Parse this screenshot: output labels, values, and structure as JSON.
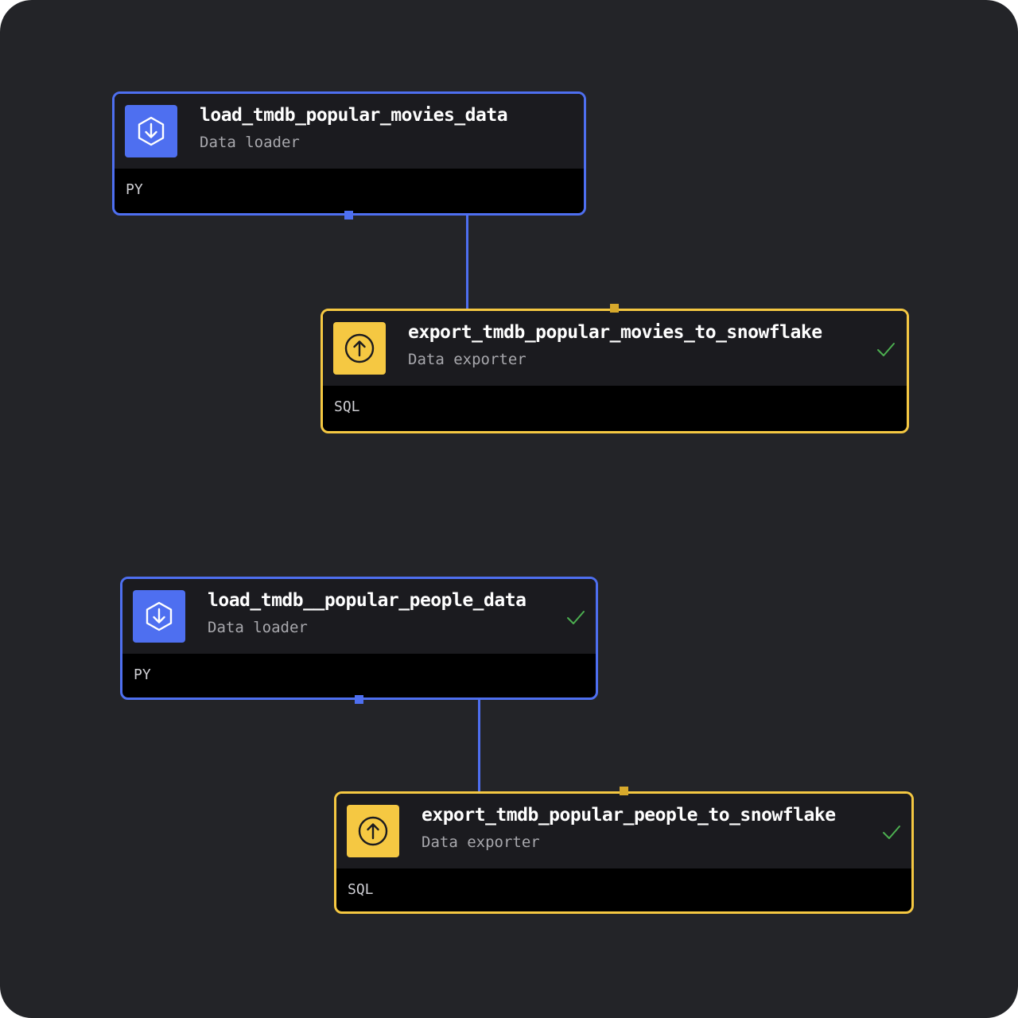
{
  "colors": {
    "background": "#232428",
    "loader": "#4e6ff0",
    "exporter": "#f5c842",
    "success": "#4caf50"
  },
  "blocks": [
    {
      "title": "load_tmdb_popular_movies_data",
      "subtitle": "Data loader",
      "language": "PY",
      "icon": "download-icon",
      "status": "none"
    },
    {
      "title": "export_tmdb_popular_movies_to_snowflake",
      "subtitle": "Data exporter",
      "language": "SQL",
      "icon": "upload-icon",
      "status": "success"
    },
    {
      "title": "load_tmdb__popular_people_data",
      "subtitle": "Data loader",
      "language": "PY",
      "icon": "download-icon",
      "status": "success"
    },
    {
      "title": "export_tmdb_popular_people_to_snowflake",
      "subtitle": "Data exporter",
      "language": "SQL",
      "icon": "upload-icon",
      "status": "success"
    }
  ]
}
